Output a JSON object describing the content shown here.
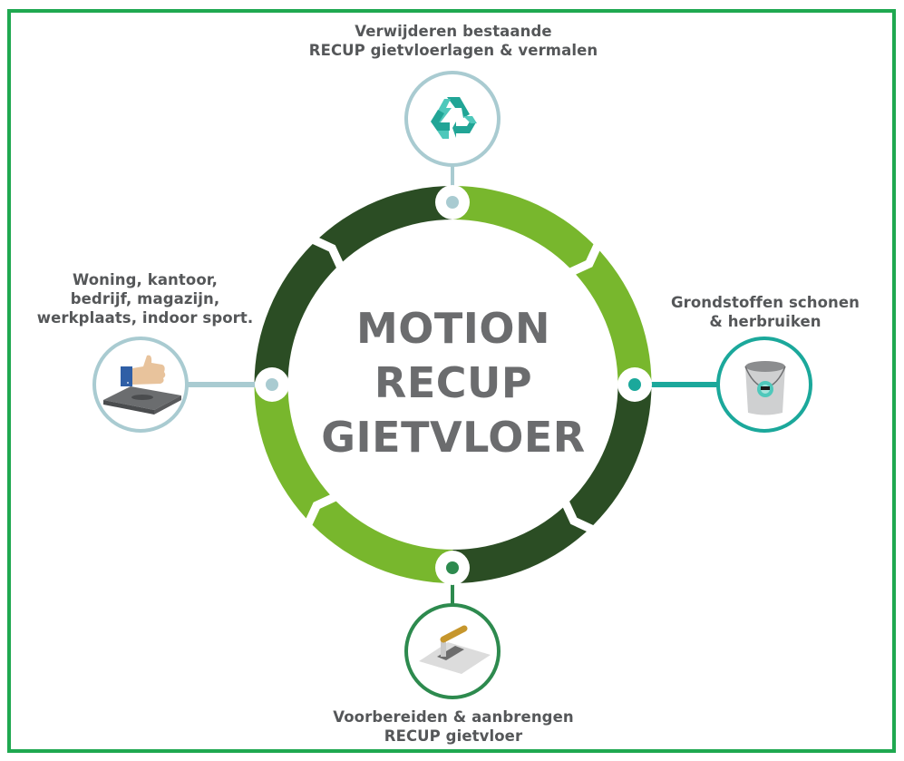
{
  "diagram": {
    "title_lines": [
      "MOTION",
      "RECUP",
      "GIETVLOER"
    ],
    "flow_direction": "clockwise",
    "colors": {
      "frame": "#1fa850",
      "ring_dark": "#2b4d24",
      "ring_light": "#78b72d",
      "title_text": "#6b6c6e",
      "label_text": "#555759",
      "node_top": "#a9cbd1",
      "node_right": "#1ba89b",
      "node_bottom": "#2d8a4e",
      "node_left": "#a9cbd1"
    },
    "nodes": [
      {
        "id": "top",
        "label_lines": [
          "Verwijderen bestaande",
          "RECUP gietvloerlagen & vermalen"
        ],
        "icon": "recycle-icon"
      },
      {
        "id": "right",
        "label_lines": [
          "Grondstoffen schonen",
          "& herbruiken"
        ],
        "icon": "bucket-icon"
      },
      {
        "id": "bottom",
        "label_lines": [
          "Voorbereiden & aanbrengen",
          "RECUP gietvloer"
        ],
        "icon": "trowel-icon"
      },
      {
        "id": "left",
        "label_lines": [
          "Woning, kantoor,",
          "bedrijf, magazijn,",
          "werkplaats, indoor sport."
        ],
        "icon": "thumbs-up-floor-icon"
      }
    ],
    "segments": [
      {
        "from": "top",
        "to": "right",
        "tone": "light"
      },
      {
        "from": "right",
        "to": "bottom",
        "tone": "dark"
      },
      {
        "from": "bottom",
        "to": "left",
        "tone": "light"
      },
      {
        "from": "left",
        "to": "top",
        "tone": "dark"
      }
    ]
  }
}
